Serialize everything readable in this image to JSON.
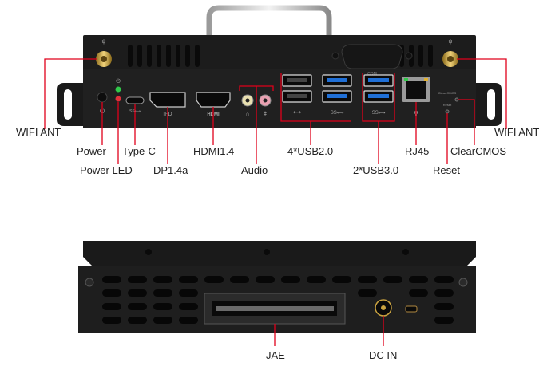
{
  "labels": {
    "wifi_ant_left": "WIFI ANT",
    "wifi_ant_right": "WIFI ANT",
    "power": "Power",
    "power_led": "Power LED",
    "type_c": "Type-C",
    "dp": "DP1.4a",
    "hdmi": "HDMI1.4",
    "audio": "Audio",
    "usb2": "4*USB2.0",
    "usb3": "2*USB3.0",
    "rj45": "RJ45",
    "reset": "Reset",
    "clearcmos": "ClearCMOS",
    "jae": "JAE",
    "dcin": "DC IN"
  },
  "panel_marks": {
    "com": "COM",
    "hdmi_logo": "HDMI",
    "clear_cmos_small": "Clear CMOS",
    "reset_small": "Reset"
  },
  "colors": {
    "leader": "#e0001b",
    "chassis": "#1c1c1c",
    "usb3_blue": "#1f6fd6"
  }
}
